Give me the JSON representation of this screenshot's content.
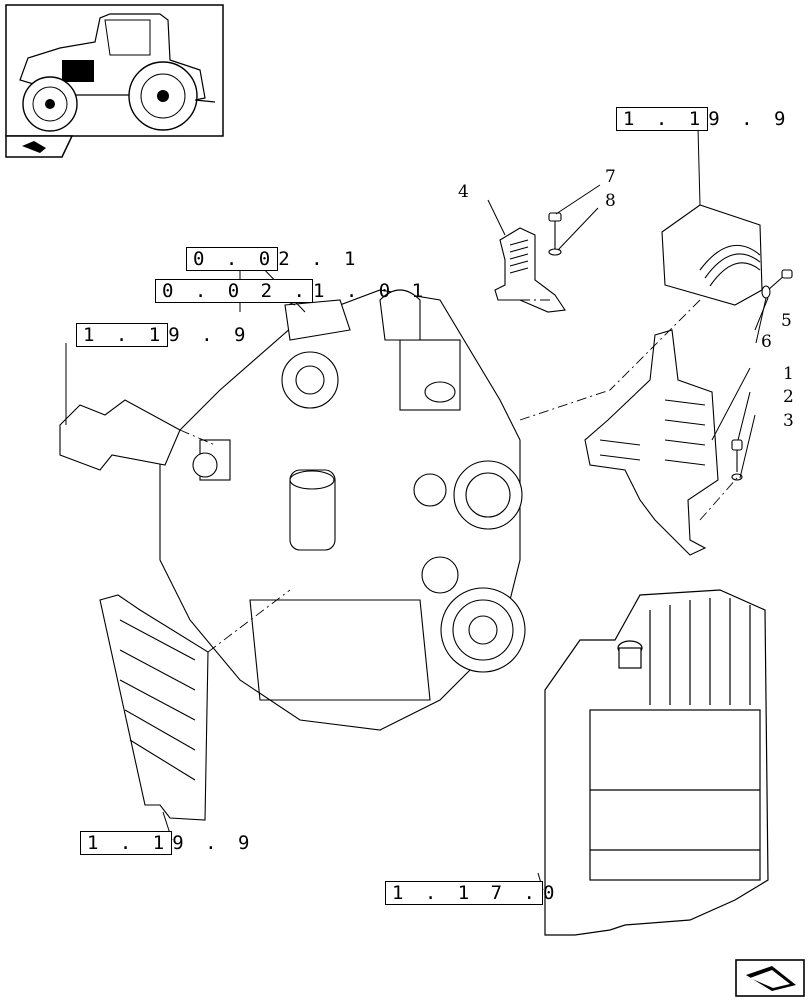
{
  "thumbnail": {
    "icon": "tractor-thumbnail-icon",
    "nav_icon": "prev-page-arrow-icon"
  },
  "references": {
    "r_0021": {
      "boxed": "0 . 0",
      "rest": "2 . 1"
    },
    "r_0021011": {
      "boxed": "0 . 0 2 .",
      "rest": "1 . 0 1"
    },
    "r_1199_top": {
      "boxed": "1 . 1",
      "rest": "9 . 9"
    },
    "r_1199_left": {
      "boxed": "1 . 1",
      "rest": "9 . 9"
    },
    "r_1199_bottom": {
      "boxed": "1 . 1",
      "rest": "9 . 9"
    },
    "r_1170": {
      "boxed": "1 . 1 7 .",
      "rest": "0"
    }
  },
  "part_numbers": [
    "1",
    "2",
    "3",
    "4",
    "5",
    "6",
    "7",
    "8"
  ],
  "next_page_icon": "next-page-arrow-icon"
}
